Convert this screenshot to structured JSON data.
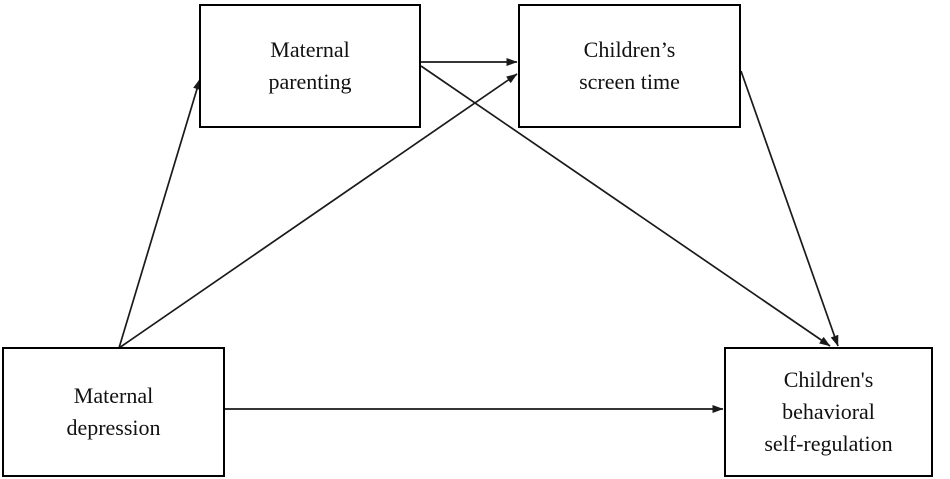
{
  "diagram": {
    "type": "path-model",
    "title": "",
    "colors": {
      "node_border": "#000000",
      "node_fill": "#ffffff",
      "edge": "#1a1a1a",
      "text": "#111111",
      "background": "#ffffff"
    },
    "nodes": [
      {
        "id": "maternal-parenting",
        "label": "Maternal\nparenting",
        "line1": "Maternal",
        "line2": "parenting"
      },
      {
        "id": "screen-time",
        "label": "Children’s\nscreen time",
        "line1": "Children’s",
        "line2": "screen time"
      },
      {
        "id": "maternal-depression",
        "label": "Maternal\ndepression",
        "line1": "Maternal",
        "line2": "depression"
      },
      {
        "id": "self-regulation",
        "label": "Children's\nbehavioral\nself-regulation",
        "line1": "Children's",
        "line2": "behavioral",
        "line3": "self-regulation"
      }
    ],
    "edges": [
      {
        "id": "depression-to-parenting",
        "from": "maternal-depression",
        "to": "maternal-parenting",
        "label": "",
        "arrowhead": "filled-triangle"
      },
      {
        "id": "depression-to-screen-time",
        "from": "maternal-depression",
        "to": "screen-time",
        "label": "",
        "arrowhead": "filled-triangle"
      },
      {
        "id": "parenting-to-screen-time",
        "from": "maternal-parenting",
        "to": "screen-time",
        "label": "",
        "arrowhead": "filled-triangle"
      },
      {
        "id": "parenting-to-self-regulation",
        "from": "maternal-parenting",
        "to": "self-regulation",
        "label": "",
        "arrowhead": "filled-triangle"
      },
      {
        "id": "screen-time-to-self-regulation",
        "from": "screen-time",
        "to": "self-regulation",
        "label": "",
        "arrowhead": "filled-triangle"
      },
      {
        "id": "depression-to-self-regulation",
        "from": "maternal-depression",
        "to": "self-regulation",
        "label": "",
        "arrowhead": "filled-triangle"
      }
    ]
  }
}
